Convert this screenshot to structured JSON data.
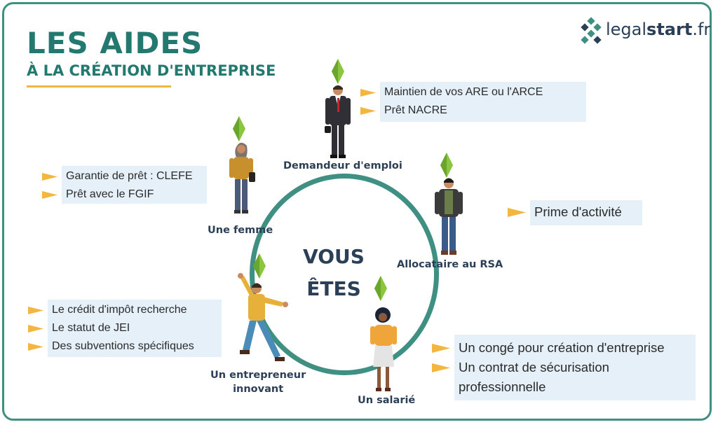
{
  "title": {
    "main": "LES AIDES",
    "sub": "À LA CRÉATION D'ENTREPRISE"
  },
  "logo": {
    "part1": "legal",
    "part2": "start",
    "part3": ".fr"
  },
  "center": {
    "line1": "VOUS",
    "line2": "ÊTES"
  },
  "profiles": {
    "demandeur": {
      "label": "Demandeur d'emploi",
      "aids": [
        "Maintien de vos ARE ou l'ARCE",
        "Prêt NACRE"
      ]
    },
    "femme": {
      "label": "Une femme",
      "aids": [
        "Garantie de prêt : CLEFE",
        "Prêt avec le FGIF"
      ]
    },
    "rsa": {
      "label": "Allocataire au RSA",
      "aids": [
        "Prime d'activité"
      ]
    },
    "innovant": {
      "label_line1": "Un entrepreneur",
      "label_line2": "innovant",
      "aids": [
        "Le crédit d'impôt recherche",
        "Le statut de JEI",
        "Des subventions spécifiques"
      ]
    },
    "salarie": {
      "label": "Un salarié",
      "aids": [
        "Un congé pour création d'entreprise",
        "Un contrat de sécurisation",
        "professionnelle"
      ]
    }
  },
  "colors": {
    "teal": "#23796f",
    "ring": "#3f8f83",
    "navy": "#2b3f57",
    "arrow": "#f3b63f",
    "box": "#e5f0f8",
    "gem": "#8cc63f"
  },
  "icons": [
    "logo-mark-icon",
    "arrow-icon",
    "plumbob-icon"
  ]
}
